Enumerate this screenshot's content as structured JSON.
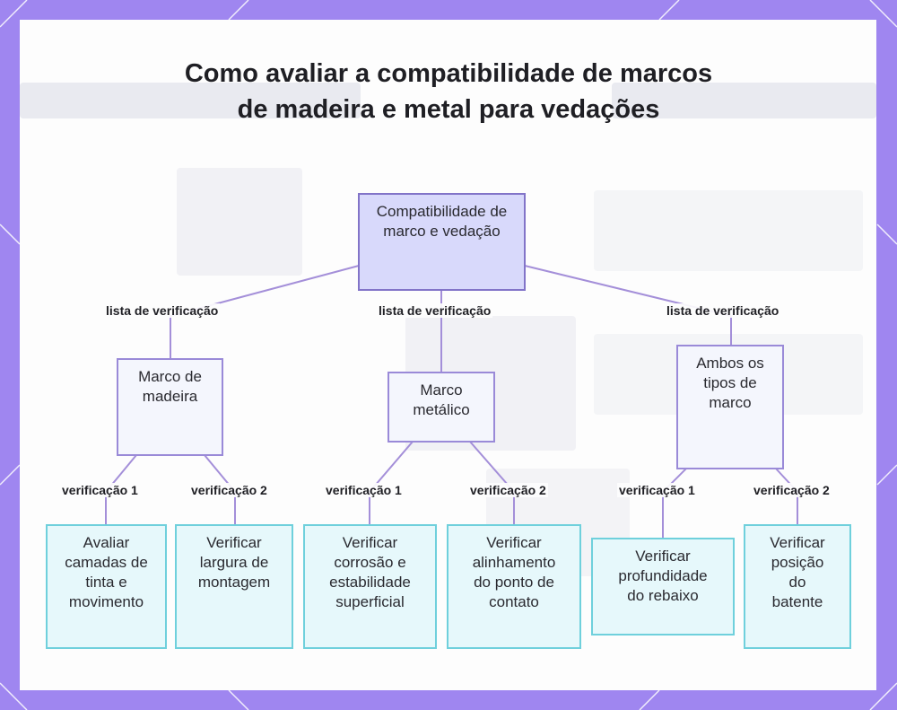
{
  "title": "Como avaliar a compatibilidade de marcos de madeira e metal para vedações",
  "colors": {
    "background": "#9f86f0",
    "root_fill": "#d8d9fb",
    "node_border": "#9a8ad8",
    "leaf_fill": "#e6f8fb",
    "leaf_border": "#6fd0dc",
    "connector": "#a48fd9"
  },
  "root": {
    "label": "Compatibilidade de marco e vedação"
  },
  "branches": [
    {
      "edge_label": "lista de verificação",
      "label": "Marco de madeira",
      "checks": [
        {
          "edge_label": "verificação 1",
          "label": "Avaliar camadas de tinta e movimento"
        },
        {
          "edge_label": "verificação 2",
          "label": "Verificar largura de montagem"
        }
      ]
    },
    {
      "edge_label": "lista de verificação",
      "label": "Marco metálico",
      "checks": [
        {
          "edge_label": "verificação 1",
          "label": "Verificar corrosão e estabilidade superficial"
        },
        {
          "edge_label": "verificação 2",
          "label": "Verificar alinhamento do ponto de contato"
        }
      ]
    },
    {
      "edge_label": "lista de verificação",
      "label": "Ambos os tipos de marco",
      "checks": [
        {
          "edge_label": "verificação 1",
          "label": "Verificar profundidade do rebaixo"
        },
        {
          "edge_label": "verificação 2",
          "label": "Verificar posição do batente"
        }
      ]
    }
  ]
}
